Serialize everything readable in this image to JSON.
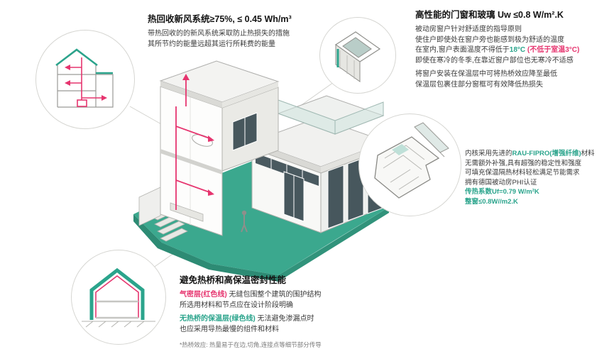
{
  "colors": {
    "teal": "#2BA48C",
    "magenta": "#E6356F",
    "terrain": "#3BA88E",
    "dark_text": "#141414",
    "body_text": "#3A3A3A"
  },
  "ventilation": {
    "title": "热回收新风系统≥75%, ≤ 0.45 Wh/m³",
    "lines": [
      "带热回收的的新风系统采取防止热损失的措施",
      "其所节约的能量远超其运行所耗费的能量"
    ]
  },
  "windows": {
    "title": "高性能的门窗和玻璃 Uw ≤0.8 W/m².K",
    "line1": "被动房窗户针对舒适度的指导原则",
    "line2": "使住户即使处在窗户旁也能感到极为舒适的温度",
    "line3_pre": "在室内,窗户表面温度不得低于",
    "line3_temp": "18°C",
    "line3_note": " (不低于室温3°C)",
    "line4": "即使在寒冷的冬季,在靠近窗户部位也无寒冷不适感",
    "line5": "将窗户安装在保温层中可将热桥效应降至最低",
    "line6": "保温层包裹住部分窗框可有效降低热损失"
  },
  "material": {
    "line1_pre": "内核采用先进的",
    "line1_brand": "RAU-FIPRO(增强纤维)",
    "line1_post": "材料",
    "line2": "无需额外补强,具有超强的稳定性和强度",
    "line3": "可填充保温隔热材料轻松满足节能需求",
    "line4": "拥有德国被动房PHI认证",
    "line5": "传热系数Uf=0.79 W/m²K",
    "line6": "整窗≤0.8W//m2.K"
  },
  "thermal": {
    "title": "避免热桥和高保温密封性能",
    "line1_label": "气密层(红色线)",
    "line1_rest": " 无缝包围整个建筑的围护结构",
    "line2": "所选用材料和节点应在设计阶段明确",
    "line3_label": "无热桥的保温层(绿色线)",
    "line3_rest": " 无法避免渗漏点时",
    "line4": "也应采用导热最慢的组件和材料",
    "footnote": "*热桥效应: 热量易于在边,切角,连接点等细节部分传导"
  }
}
